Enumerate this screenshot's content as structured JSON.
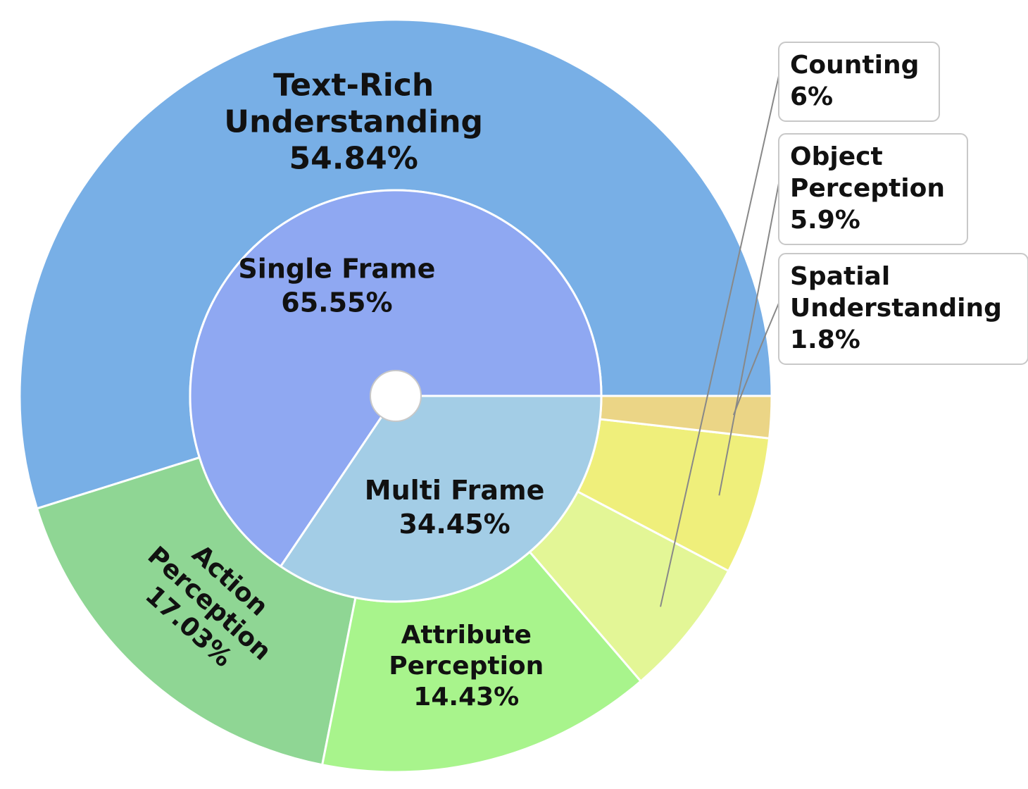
{
  "chart_data": {
    "type": "pie",
    "subtype": "nested-donut",
    "inner_ring": [
      {
        "label": "Single Frame",
        "value": 65.55,
        "value_label": "65.55%",
        "color": "#8FA8F2"
      },
      {
        "label": "Multi Frame",
        "value": 34.45,
        "value_label": "34.45%",
        "color": "#A3CDE6"
      }
    ],
    "outer_ring": [
      {
        "label_lines": [
          "Text-Rich",
          "Understanding"
        ],
        "value": 54.84,
        "value_label": "54.84%",
        "color": "#78AFE6",
        "label_style": "inside"
      },
      {
        "label_lines": [
          "Action",
          "Perception"
        ],
        "value": 17.03,
        "value_label": "17.03%",
        "color": "#8FD694",
        "label_style": "inside-rotated"
      },
      {
        "label_lines": [
          "Attribute",
          "Perception"
        ],
        "value": 14.43,
        "value_label": "14.43%",
        "color": "#A8F48C",
        "label_style": "inside"
      },
      {
        "label_lines": [
          "Counting"
        ],
        "value": 6,
        "value_label": "6%",
        "color": "#E3F696",
        "label_style": "callout"
      },
      {
        "label_lines": [
          "Object",
          "Perception"
        ],
        "value": 5.9,
        "value_label": "5.9%",
        "color": "#EFEF7B",
        "label_style": "callout"
      },
      {
        "label_lines": [
          "Spatial",
          "Understanding"
        ],
        "value": 1.8,
        "value_label": "1.8%",
        "color": "#EBD586",
        "label_style": "callout"
      }
    ],
    "start_angle_deg": 0,
    "direction": "counterclockwise",
    "legend": "none"
  }
}
